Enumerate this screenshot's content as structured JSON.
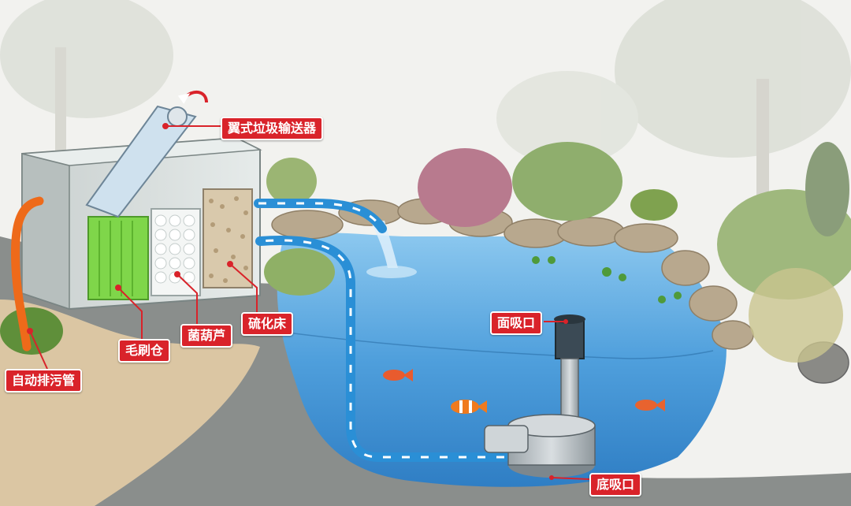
{
  "labels": {
    "conveyor": "翼式垃圾输送器",
    "surface_intake": "面吸口",
    "brush_chamber": "毛刷仓",
    "bio_balls": "菌葫芦",
    "sulfide_bed": "硫化床",
    "drain_pipe": "自动排污管",
    "bottom_intake": "底吸口"
  },
  "colors": {
    "label_bg": "#d9232a",
    "water": "#5aa9df",
    "flow_arrow": "#2a8fd6",
    "brush_media": "#7fd64a",
    "drain_pipe": "#ee6a1a",
    "rock": "#b8a88e"
  }
}
